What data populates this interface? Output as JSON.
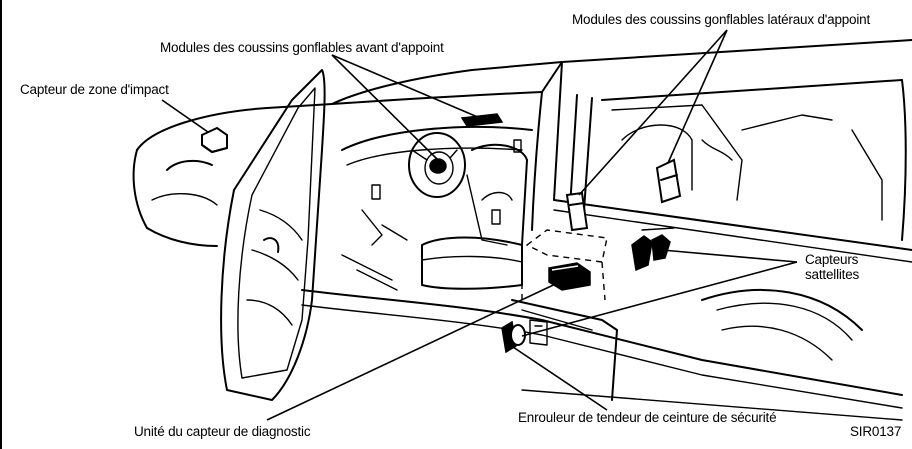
{
  "figure_code": "SIR0137",
  "labels": {
    "side_airbags": "Modules des coussins gonflables latéraux d'appoint",
    "front_airbags": "Modules des coussins gonflables avant d'appoint",
    "crash_zone_sensor": "Capteur de zone d'impact",
    "satellite_sensors_line1": "Capteurs",
    "satellite_sensors_line2": "sattellites",
    "diagnosis_sensor_unit": "Unité du capteur de diagnostic",
    "pretensioner": "Enrouleur de tendeur de ceinture de sécurité"
  }
}
